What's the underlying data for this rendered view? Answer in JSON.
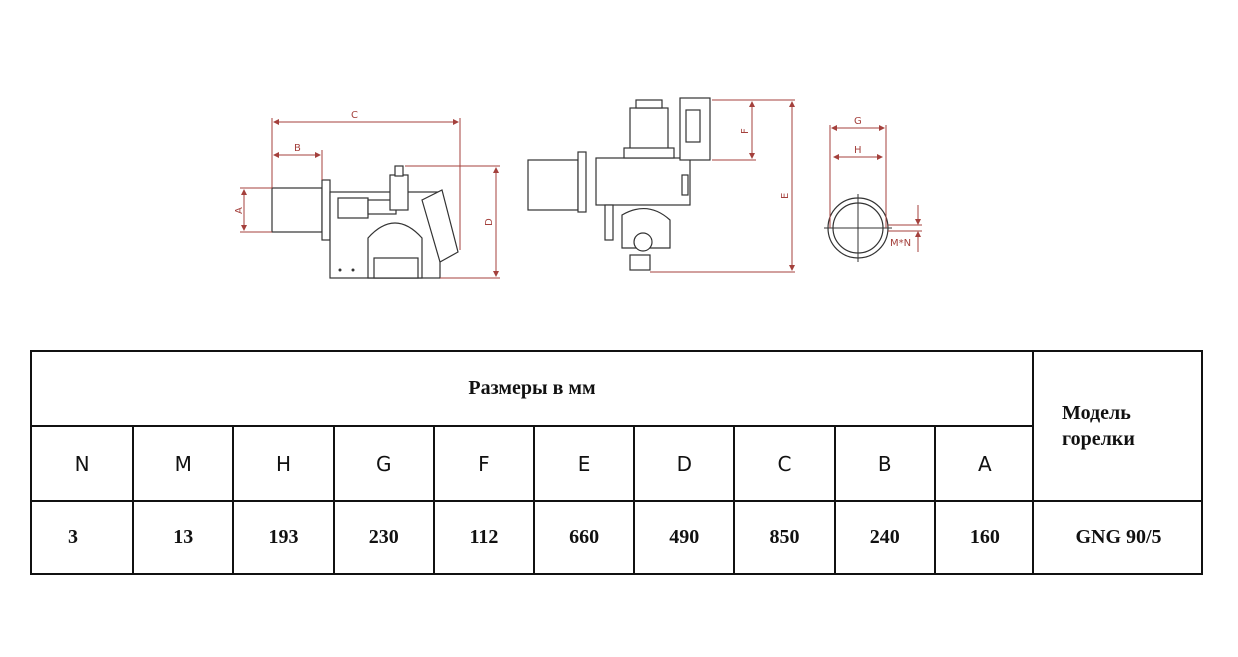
{
  "drawing": {
    "dimension_labels": {
      "A": "A",
      "B": "B",
      "C": "C",
      "D": "D",
      "E": "E",
      "F": "F",
      "G": "G",
      "H": "H",
      "MN": "M*N"
    },
    "line_color": "#a4403c"
  },
  "table": {
    "title": "Размеры в мм",
    "model_header": "Модель горелки",
    "columns": [
      "N",
      "M",
      "H",
      "G",
      "F",
      "E",
      "D",
      "C",
      "B",
      "A"
    ],
    "rows": [
      {
        "values": [
          "3",
          "13",
          "193",
          "230",
          "112",
          "660",
          "490",
          "850",
          "240",
          "160"
        ],
        "model": "GNG 90/5"
      }
    ]
  }
}
